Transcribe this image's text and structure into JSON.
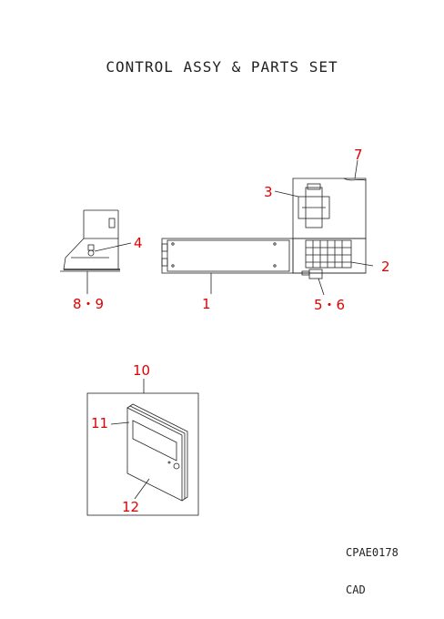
{
  "title": "CONTROL ASSY & PARTS SET",
  "labels": {
    "p1": "1",
    "p2": "2",
    "p3": "3",
    "p4": "4",
    "p56": "5・6",
    "p7": "7",
    "p89": "8・9",
    "p10": "10",
    "p11": "11",
    "p12": "12"
  },
  "drawing_code": "CPAE0178",
  "source": "CAD",
  "label_color": "#e00000"
}
